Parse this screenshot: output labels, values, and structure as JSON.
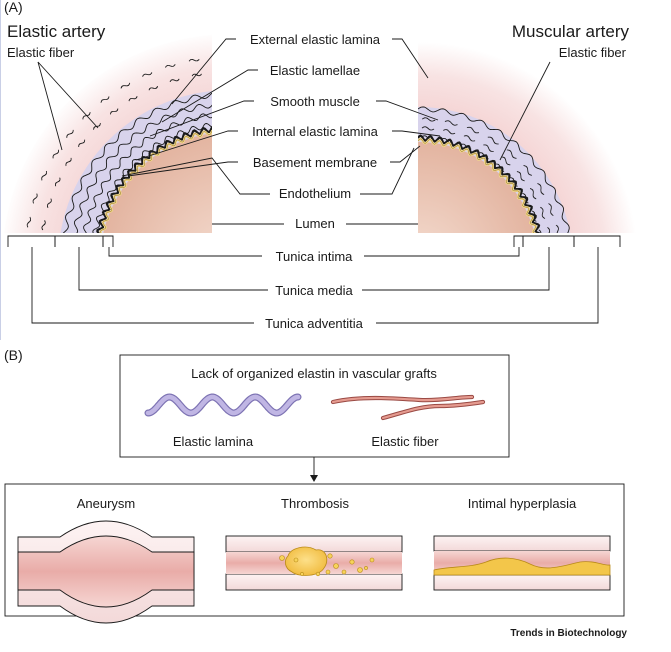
{
  "panel_a": {
    "tag": "(A)",
    "left_title": "Elastic artery",
    "left_fiber": "Elastic fiber",
    "right_title": "Muscular artery",
    "right_fiber": "Elastic fiber",
    "layers": {
      "external_elastic_lamina": "External elastic lamina",
      "elastic_lamellae": "Elastic lamellae",
      "smooth_muscle": "Smooth muscle",
      "internal_elastic_lamina": "Internal elastic lamina",
      "basement_membrane": "Basement membrane",
      "endothelium": "Endothelium",
      "lumen": "Lumen"
    },
    "tunica": {
      "intima": "Tunica intima",
      "media": "Tunica media",
      "adventitia": "Tunica adventitia"
    }
  },
  "panel_b": {
    "tag": "(B)",
    "box_title": "Lack of organized elastin in vascular grafts",
    "elastic_lamina": "Elastic lamina",
    "elastic_fiber": "Elastic fiber",
    "outcomes": {
      "aneurysm": "Aneurysm",
      "thrombosis": "Thrombosis",
      "intimal_hyperplasia": "Intimal hyperplasia"
    }
  },
  "footer": {
    "credit": "Trends in Biotechnology"
  },
  "colors": {
    "adventitia_pink": "#f6d2d2",
    "media_lavender": "#d9d6ee",
    "lumen_tissue": "#e6b9a6",
    "basement_yellow": "#f2d98a",
    "thrombus_yellow": "#f3c64a",
    "wall_pink": "#f4dede",
    "lumen_red": "#e9aeaa",
    "lamina_purple": "#b5a9d8",
    "fiber_red": "#d9726a"
  }
}
